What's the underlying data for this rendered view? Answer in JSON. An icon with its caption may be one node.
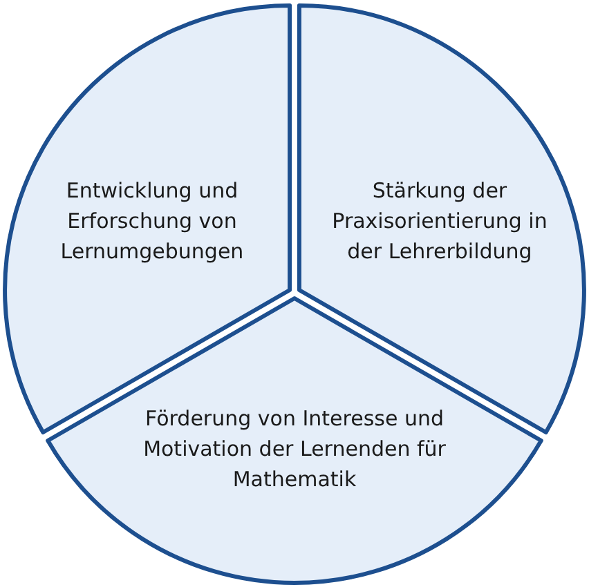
{
  "diagram": {
    "nodes": [
      {
        "text": [
          "Entwicklung und Erforschung von Lernumgebungen"
        ]
      },
      {
        "text": [
          "Stärkung der Praxisorientierung in der Lehrerbildung"
        ]
      },
      {
        "text": [
          "Förderung von Interesse und Motivation der Lernenden für Mathematik"
        ]
      }
    ]
  }
}
